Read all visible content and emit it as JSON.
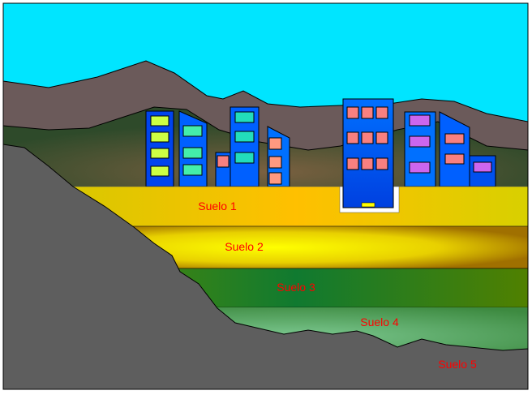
{
  "layers": [
    {
      "label": "Suelo 1",
      "color": "#f5c000"
    },
    {
      "label": "Suelo 2",
      "color": "#ffff00"
    },
    {
      "label": "Suelo 3",
      "color": "#1f7f2a"
    },
    {
      "label": "Suelo 4",
      "color": "#6ab37a"
    },
    {
      "label": "Suelo 5",
      "color": "#5e5e5e"
    }
  ],
  "colors": {
    "sky": "#00e5ff",
    "mountains": "#6b5a5a",
    "hills": "#3d4a2a",
    "buildings": "#0055ff",
    "label": "#ff0000"
  }
}
